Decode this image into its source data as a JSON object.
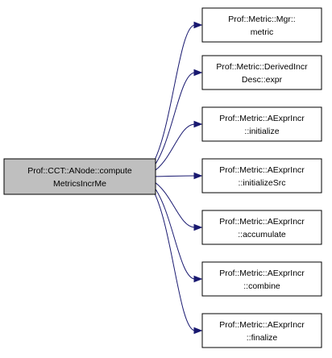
{
  "diagram": {
    "colors": {
      "root_fill": "#bfbfbf",
      "node_fill": "#ffffff",
      "border": "#000000",
      "edge": "#191970"
    },
    "root": {
      "line1": "Prof::CCT::ANode::compute",
      "line2": "MetricsIncrMe"
    },
    "callees": [
      {
        "line1": "Prof::Metric::Mgr::",
        "line2": "metric"
      },
      {
        "line1": "Prof::Metric::DerivedIncr",
        "line2": "Desc::expr"
      },
      {
        "line1": "Prof::Metric::AExprIncr",
        "line2": "::initialize"
      },
      {
        "line1": "Prof::Metric::AExprIncr",
        "line2": "::initializeSrc"
      },
      {
        "line1": "Prof::Metric::AExprIncr",
        "line2": "::accumulate"
      },
      {
        "line1": "Prof::Metric::AExprIncr",
        "line2": "::combine"
      },
      {
        "line1": "Prof::Metric::AExprIncr",
        "line2": "::finalize"
      }
    ]
  }
}
